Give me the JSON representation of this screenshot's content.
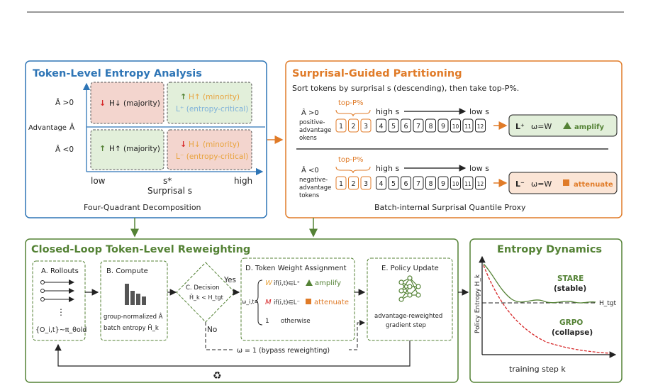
{
  "colors": {
    "blue": "#2E75B6",
    "orange": "#E07B28",
    "green": "#548235",
    "red": "#C00000",
    "quad_red": "#F3D5CE",
    "quad_green": "#E2EFDA",
    "amber": "#E8A33D",
    "lightblue": "#7FB2D9"
  },
  "entropy_panel": {
    "title": "Token-Level Entropy Analysis",
    "y_axis_label": "Advantage",
    "y_axis_symbol": "Â",
    "adv_pos": "Â >0",
    "adv_neg": "Â <0",
    "quadrants": {
      "top_left": {
        "line1": "H↓ (majority)",
        "arrow": "↓"
      },
      "top_right": {
        "line1": "H↑ (minority)",
        "line2": "L⁺ (entropy-critical)",
        "arrow": "↑"
      },
      "bottom_left": {
        "line1": "H↑ (majority)",
        "arrow": "↑"
      },
      "bottom_right": {
        "line1": "H↓ (minority)",
        "line2": "L⁻ (entropy-critical)",
        "arrow": "↓"
      }
    },
    "x_low": "low",
    "x_mid": "s*",
    "x_high": "high",
    "x_axis_label": "Surprisal s",
    "caption": "Four-Quadrant Decomposition"
  },
  "partition_panel": {
    "title": "Surprisal-Guided Partitioning",
    "subtitle": "Sort tokens by surprisal s (descending), then take top-P%.",
    "top_p": "top-P%",
    "high_s": "high s",
    "low_s": "low s",
    "tokens": [
      "1",
      "2",
      "3",
      "4",
      "5",
      "6",
      "7",
      "8",
      "9",
      "10",
      "11",
      "12"
    ],
    "pos_group": {
      "adv": "Â >0",
      "l1": "positive-",
      "l2": "advantage",
      "l3": "okens",
      "set": "L⁺",
      "weight": "ω=W",
      "action": "amplify"
    },
    "neg_group": {
      "adv": "Â <0",
      "l1": "negative-",
      "l2": "advantage",
      "l3": "tokens",
      "set": "L⁻",
      "weight": "ω=W",
      "action": "attenuate"
    },
    "caption": "Batch-internal Surprisal Quantile Proxy"
  },
  "loop_panel": {
    "title": "Closed-Loop Token-Level Reweighting",
    "a_title": "A. Rollouts",
    "a_dots": "⋮",
    "a_formula": "{O_i,t}~π_θold",
    "b_title": "B. Compute",
    "b_l1": "group-normalized Â",
    "b_l2": "batch entropy H̄_k",
    "c_title": "C. Decision",
    "c_formula": "H̄_k < H_tgt",
    "yes": "Yes",
    "no": "No",
    "d_title": "D. Token Weight Assignment",
    "d_omega": "ω_i,t=",
    "d_row1_w": "W",
    "d_row1_cond": "if(i,t)∈L⁺",
    "d_row1_action": "amplify",
    "d_row2_w": "M",
    "d_row2_cond": "if(i,t)∈L⁻",
    "d_row2_action": "attenuate",
    "d_row3_w": "1",
    "d_row3_cond": "otherwise",
    "e_title": "E. Policy Update",
    "e_l1": "advantage-reweighted",
    "e_l2": "gradient step",
    "bypass": "ω = 1 (bypass reweighting)",
    "recycle": "♻"
  },
  "dynamics_panel": {
    "title": "Entropy Dynamics",
    "y_label": "Policy Entropy H_k",
    "x_label": "training step k",
    "target": "H_tgt",
    "stare_name": "STARE",
    "stare_desc": "(stable)",
    "grpo_name": "GRPO",
    "grpo_desc": "(collapse)"
  }
}
